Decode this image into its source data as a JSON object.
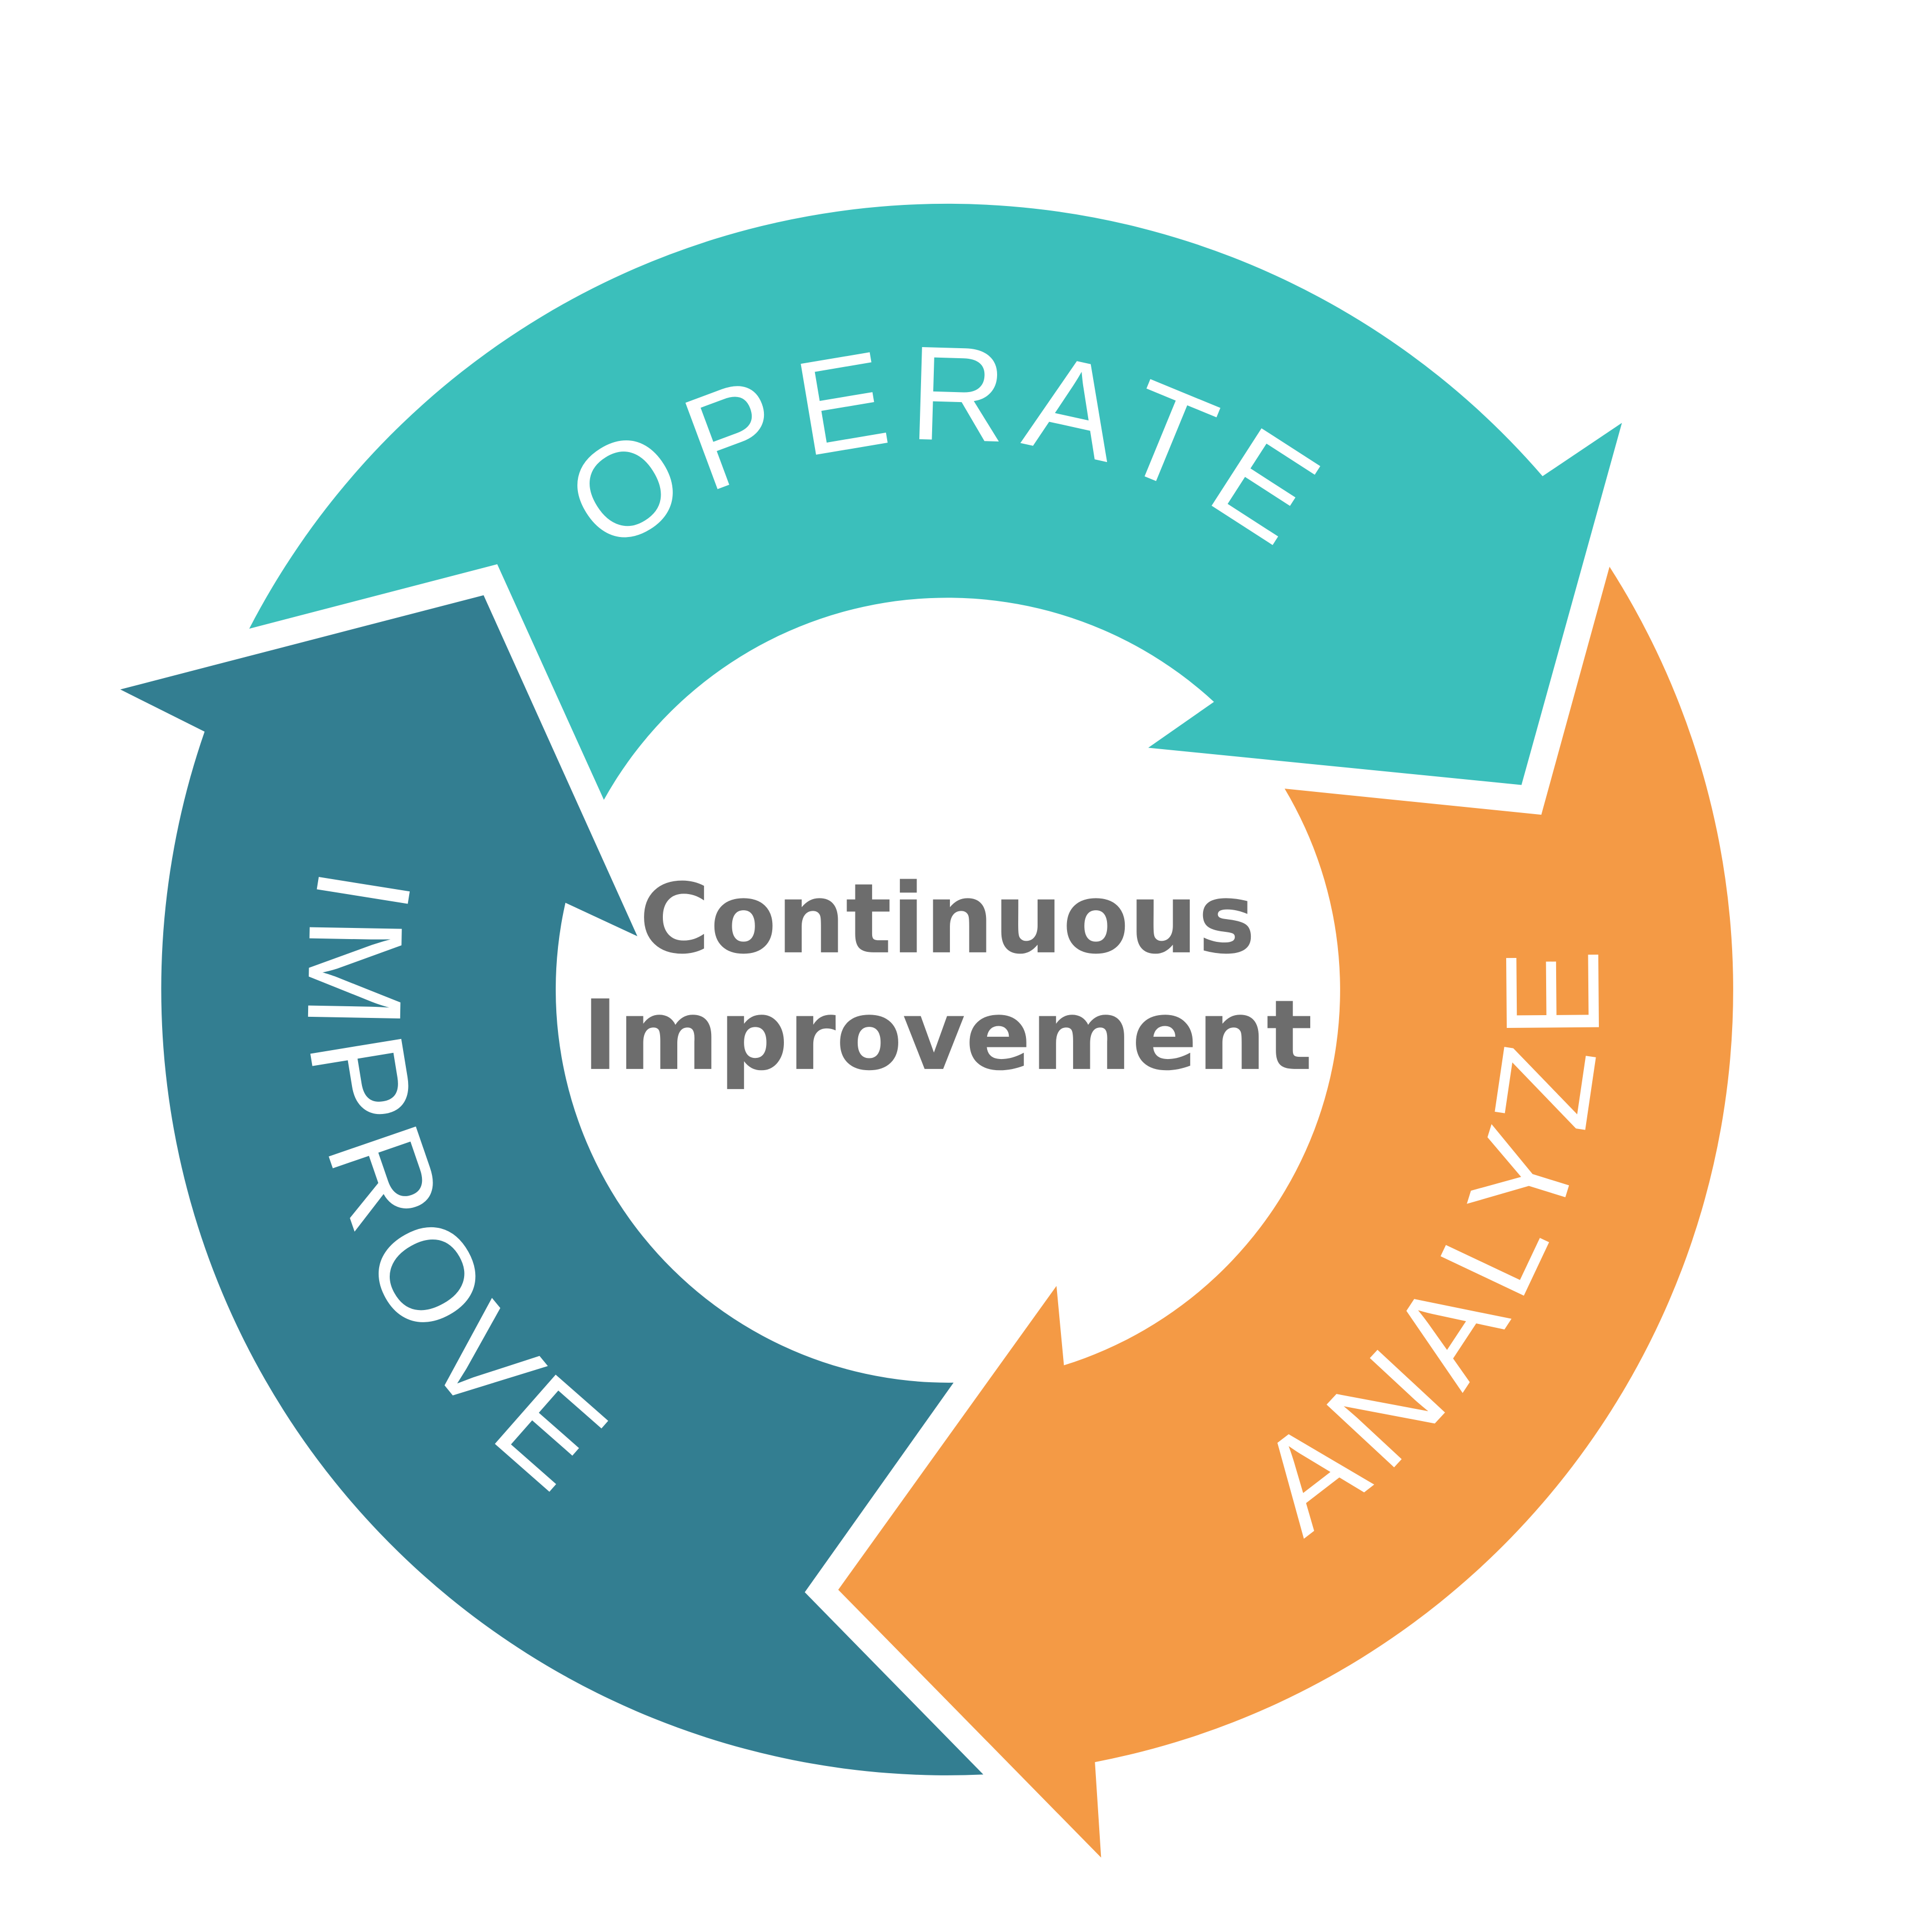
{
  "title_line1": "Continuous",
  "title_line2": "Improvement",
  "stages": [
    {
      "label": "OPERATE",
      "color": "#3bbfbb"
    },
    {
      "label": "ANALYZE",
      "color": "#f49a45"
    },
    {
      "label": "IMPROVE",
      "color": "#337e91"
    }
  ],
  "text_color": "#6d6d6d"
}
